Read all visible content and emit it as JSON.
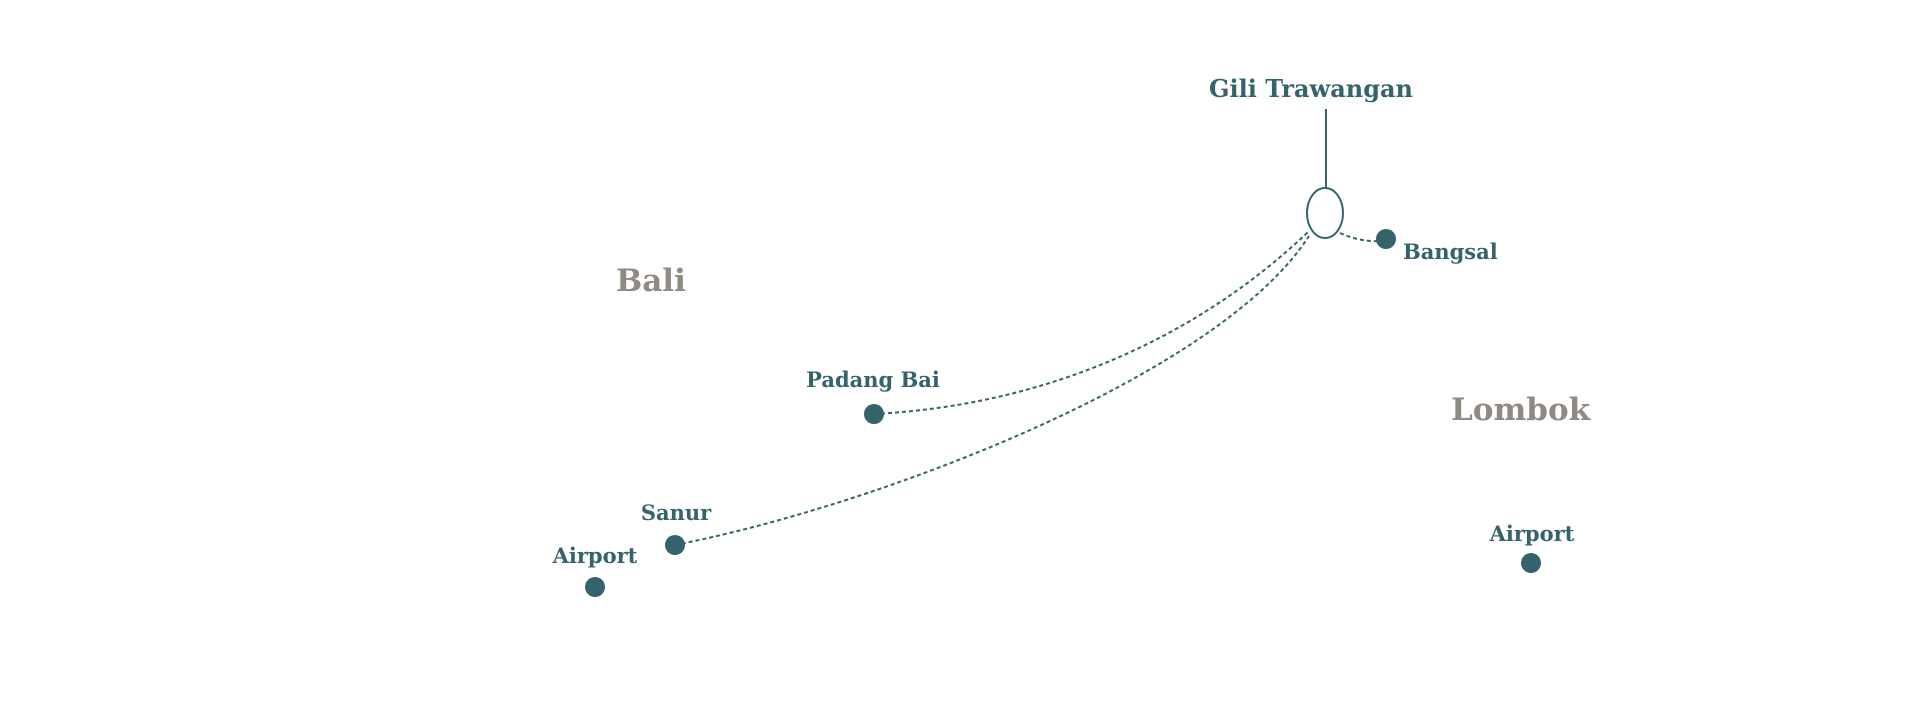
{
  "colors": {
    "teal": "#34636c",
    "gray": "#8f8a82",
    "background": "#ffffff"
  },
  "regions": {
    "bali": "Bali",
    "lombok": "Lombok"
  },
  "island": {
    "name": "Gili Trawangan"
  },
  "places": {
    "padang_bai": "Padang Bai",
    "sanur": "Sanur",
    "bali_airport": "Airport",
    "bangsal": "Bangsal",
    "lombok_airport": "Airport"
  }
}
